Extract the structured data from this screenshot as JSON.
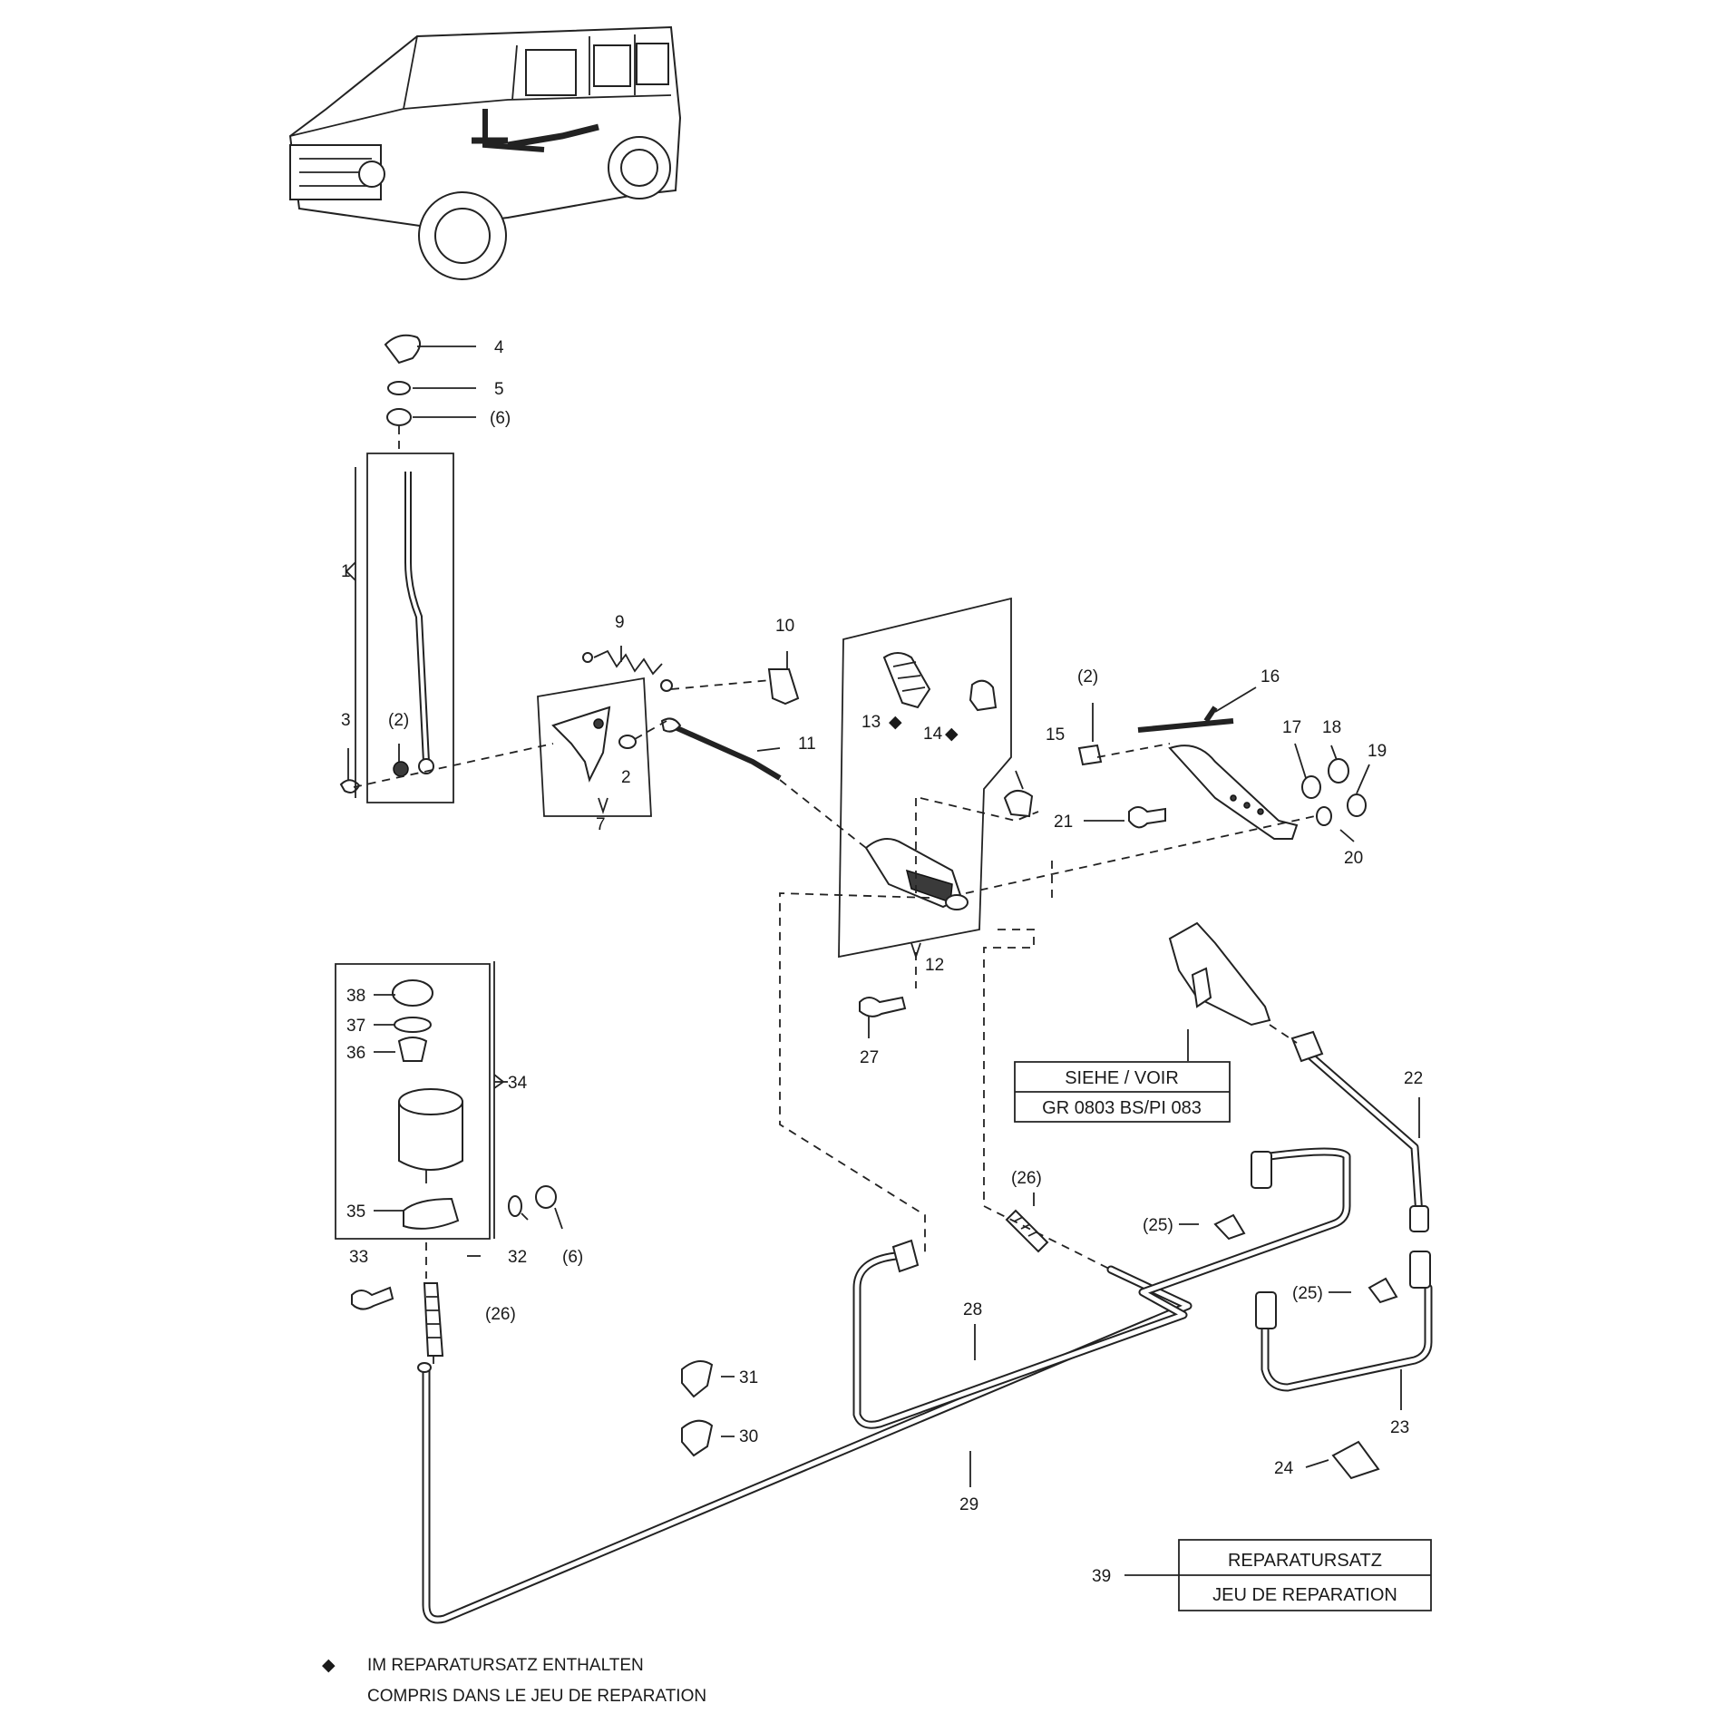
{
  "callouts": [
    {
      "id": "c4",
      "text": "4"
    },
    {
      "id": "c5",
      "text": "5"
    },
    {
      "id": "c6a",
      "text": "(6)"
    },
    {
      "id": "c1",
      "text": "1"
    },
    {
      "id": "c3",
      "text": "3"
    },
    {
      "id": "c2a",
      "text": "(2)"
    },
    {
      "id": "c9",
      "text": "9"
    },
    {
      "id": "c10",
      "text": "10"
    },
    {
      "id": "c11",
      "text": "11"
    },
    {
      "id": "c2b",
      "text": "2"
    },
    {
      "id": "c7",
      "text": "7"
    },
    {
      "id": "c13",
      "text": "13"
    },
    {
      "id": "c14",
      "text": "14"
    },
    {
      "id": "c12",
      "text": "12"
    },
    {
      "id": "c15",
      "text": "15"
    },
    {
      "id": "c2c",
      "text": "(2)"
    },
    {
      "id": "c16",
      "text": "16"
    },
    {
      "id": "c17",
      "text": "17"
    },
    {
      "id": "c18",
      "text": "18"
    },
    {
      "id": "c19",
      "text": "19"
    },
    {
      "id": "c20",
      "text": "20"
    },
    {
      "id": "c21",
      "text": "21"
    },
    {
      "id": "c27",
      "text": "27"
    },
    {
      "id": "c38",
      "text": "38"
    },
    {
      "id": "c37",
      "text": "37"
    },
    {
      "id": "c36",
      "text": "36"
    },
    {
      "id": "c34",
      "text": "34"
    },
    {
      "id": "c35",
      "text": "35"
    },
    {
      "id": "c32",
      "text": "32"
    },
    {
      "id": "c6b",
      "text": "(6)"
    },
    {
      "id": "c33",
      "text": "33"
    },
    {
      "id": "c26a",
      "text": "(26)"
    },
    {
      "id": "c26b",
      "text": "(26)"
    },
    {
      "id": "c25a",
      "text": "(25)"
    },
    {
      "id": "c25b",
      "text": "(25)"
    },
    {
      "id": "c22",
      "text": "22"
    },
    {
      "id": "c23",
      "text": "23"
    },
    {
      "id": "c24",
      "text": "24"
    },
    {
      "id": "c28",
      "text": "28"
    },
    {
      "id": "c29",
      "text": "29"
    },
    {
      "id": "c31",
      "text": "31"
    },
    {
      "id": "c30",
      "text": "30"
    },
    {
      "id": "c39",
      "text": "39"
    }
  ],
  "see_box": {
    "line1": "SIEHE / VOIR",
    "line2": "GR  0803  BS/PI 083"
  },
  "repair_box": {
    "line1": "REPARATURSATZ",
    "line2": "JEU DE REPARATION"
  },
  "footnote": {
    "symbol": "◆",
    "line1": "IM REPARATURSATZ ENTHALTEN",
    "line2": "COMPRIS DANS LE JEU DE REPARATION"
  },
  "repair_kit_marker": "◆",
  "colors": {
    "ink": "#222222",
    "paper": "#ffffff"
  }
}
